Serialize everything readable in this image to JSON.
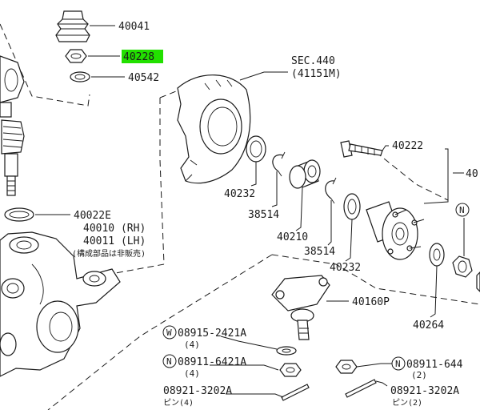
{
  "labels": {
    "p40041": "40041",
    "p40228": "40228",
    "p40542": "40542",
    "sec_line1": "SEC.440",
    "sec_line2": "(41151M)",
    "p40222": "40222",
    "p40_right": "40",
    "p40232_a": "40232",
    "p38514_a": "38514",
    "p40210": "40210",
    "p38514_b": "38514",
    "p40232_b": "40232",
    "p40022E": "40022E",
    "p40010": "40010 (RH)",
    "p40011": "40011 (LH)",
    "not_sold": "(構成部品は非販売)",
    "p40160P": "40160P",
    "p40264": "40264",
    "w_code": "W",
    "w_part": "08915-2421A",
    "w_qty": "(4)",
    "n_code": "N",
    "n_part": "08911-6421A",
    "n_qty": "(4)",
    "pin_part": "08921-3202A",
    "pin_qty": "ピン(4)",
    "n2_code": "N",
    "n2_part": "08911-644",
    "n2_qty": "(2)",
    "pin2_part": "08921-3202A",
    "pin2_qty": "ピン(2)",
    "n3_code": "N"
  },
  "colors": {
    "line": "#1a1a1a",
    "highlight": "#22e000"
  }
}
